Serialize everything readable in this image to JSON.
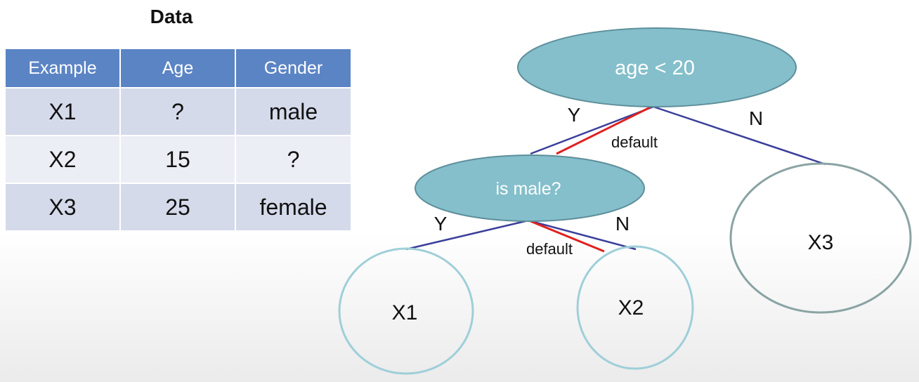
{
  "data_title": "Data",
  "table": {
    "headers": [
      "Example",
      "Age",
      "Gender"
    ],
    "rows": [
      [
        "X1",
        "?",
        "male"
      ],
      [
        "X2",
        "15",
        "?"
      ],
      [
        "X3",
        "25",
        "female"
      ]
    ]
  },
  "tree": {
    "root_label": "age < 20",
    "inner_label": "is male?",
    "leaves": {
      "x1": "X1",
      "x2": "X2",
      "x3": "X3"
    },
    "edge_labels": {
      "root_yes": "Y",
      "root_no": "N",
      "root_default": "default",
      "inner_yes": "Y",
      "inner_no": "N",
      "inner_default": "default"
    }
  },
  "colors": {
    "header_blue": "#5b84c4",
    "row_odd": "#d5daea",
    "row_even": "#eceef5",
    "decision_node_fill": "#84bfcb",
    "edge_blue": "#3b3f9a",
    "default_edge_red": "#e02020",
    "leaf_outline_light": "#9fcfd9",
    "leaf_outline_dark": "#8aa3a3"
  }
}
